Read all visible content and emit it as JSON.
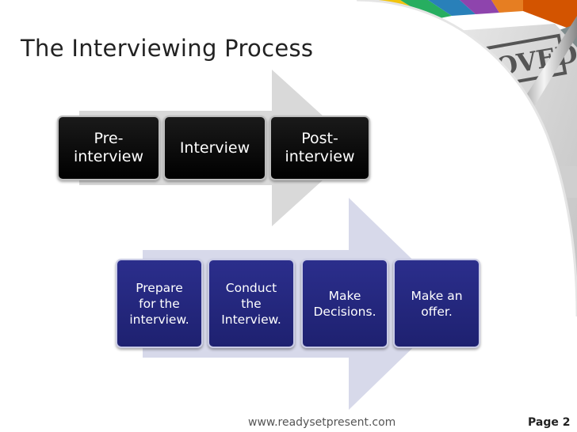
{
  "slide": {
    "title": "The Interviewing Process",
    "footer_url": "www.readysetpresent.com",
    "page_label": "Page 2"
  },
  "diagram": {
    "top_steps": [
      {
        "label": "Pre-\ninterview"
      },
      {
        "label": "Interview"
      },
      {
        "label": "Post-\ninterview"
      }
    ],
    "bottom_steps": [
      {
        "label": "Prepare\nfor the\ninterview."
      },
      {
        "label": "Conduct\nthe\nInterview."
      },
      {
        "label": "Make\nDecisions."
      },
      {
        "label": "Make an\noffer."
      }
    ]
  },
  "colors": {
    "top_box": "#000000",
    "bottom_box": "#23267e",
    "top_arrow": "#d9d9d9",
    "bottom_arrow": "#d7d9ea"
  }
}
